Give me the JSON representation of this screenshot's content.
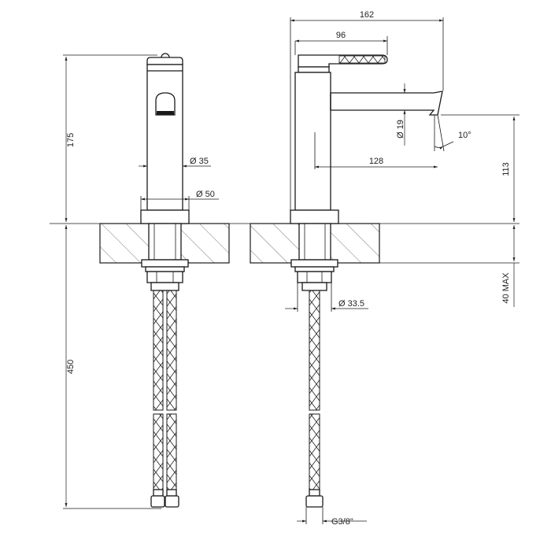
{
  "dimensions": {
    "height_175": "175",
    "height_450": "450",
    "dia_35": "Ø 35",
    "dia_50": "Ø 50",
    "width_162": "162",
    "width_96": "96",
    "dia_19": "Ø 19",
    "angle_10": "10°",
    "reach_128": "128",
    "height_113": "113",
    "max_40": "40 MAX",
    "dia_33_5": "Ø 33.5",
    "thread_g38": "G3/8\""
  },
  "colors": {
    "line": "#1a1a1a",
    "hatch": "#555555",
    "background": "#ffffff"
  }
}
